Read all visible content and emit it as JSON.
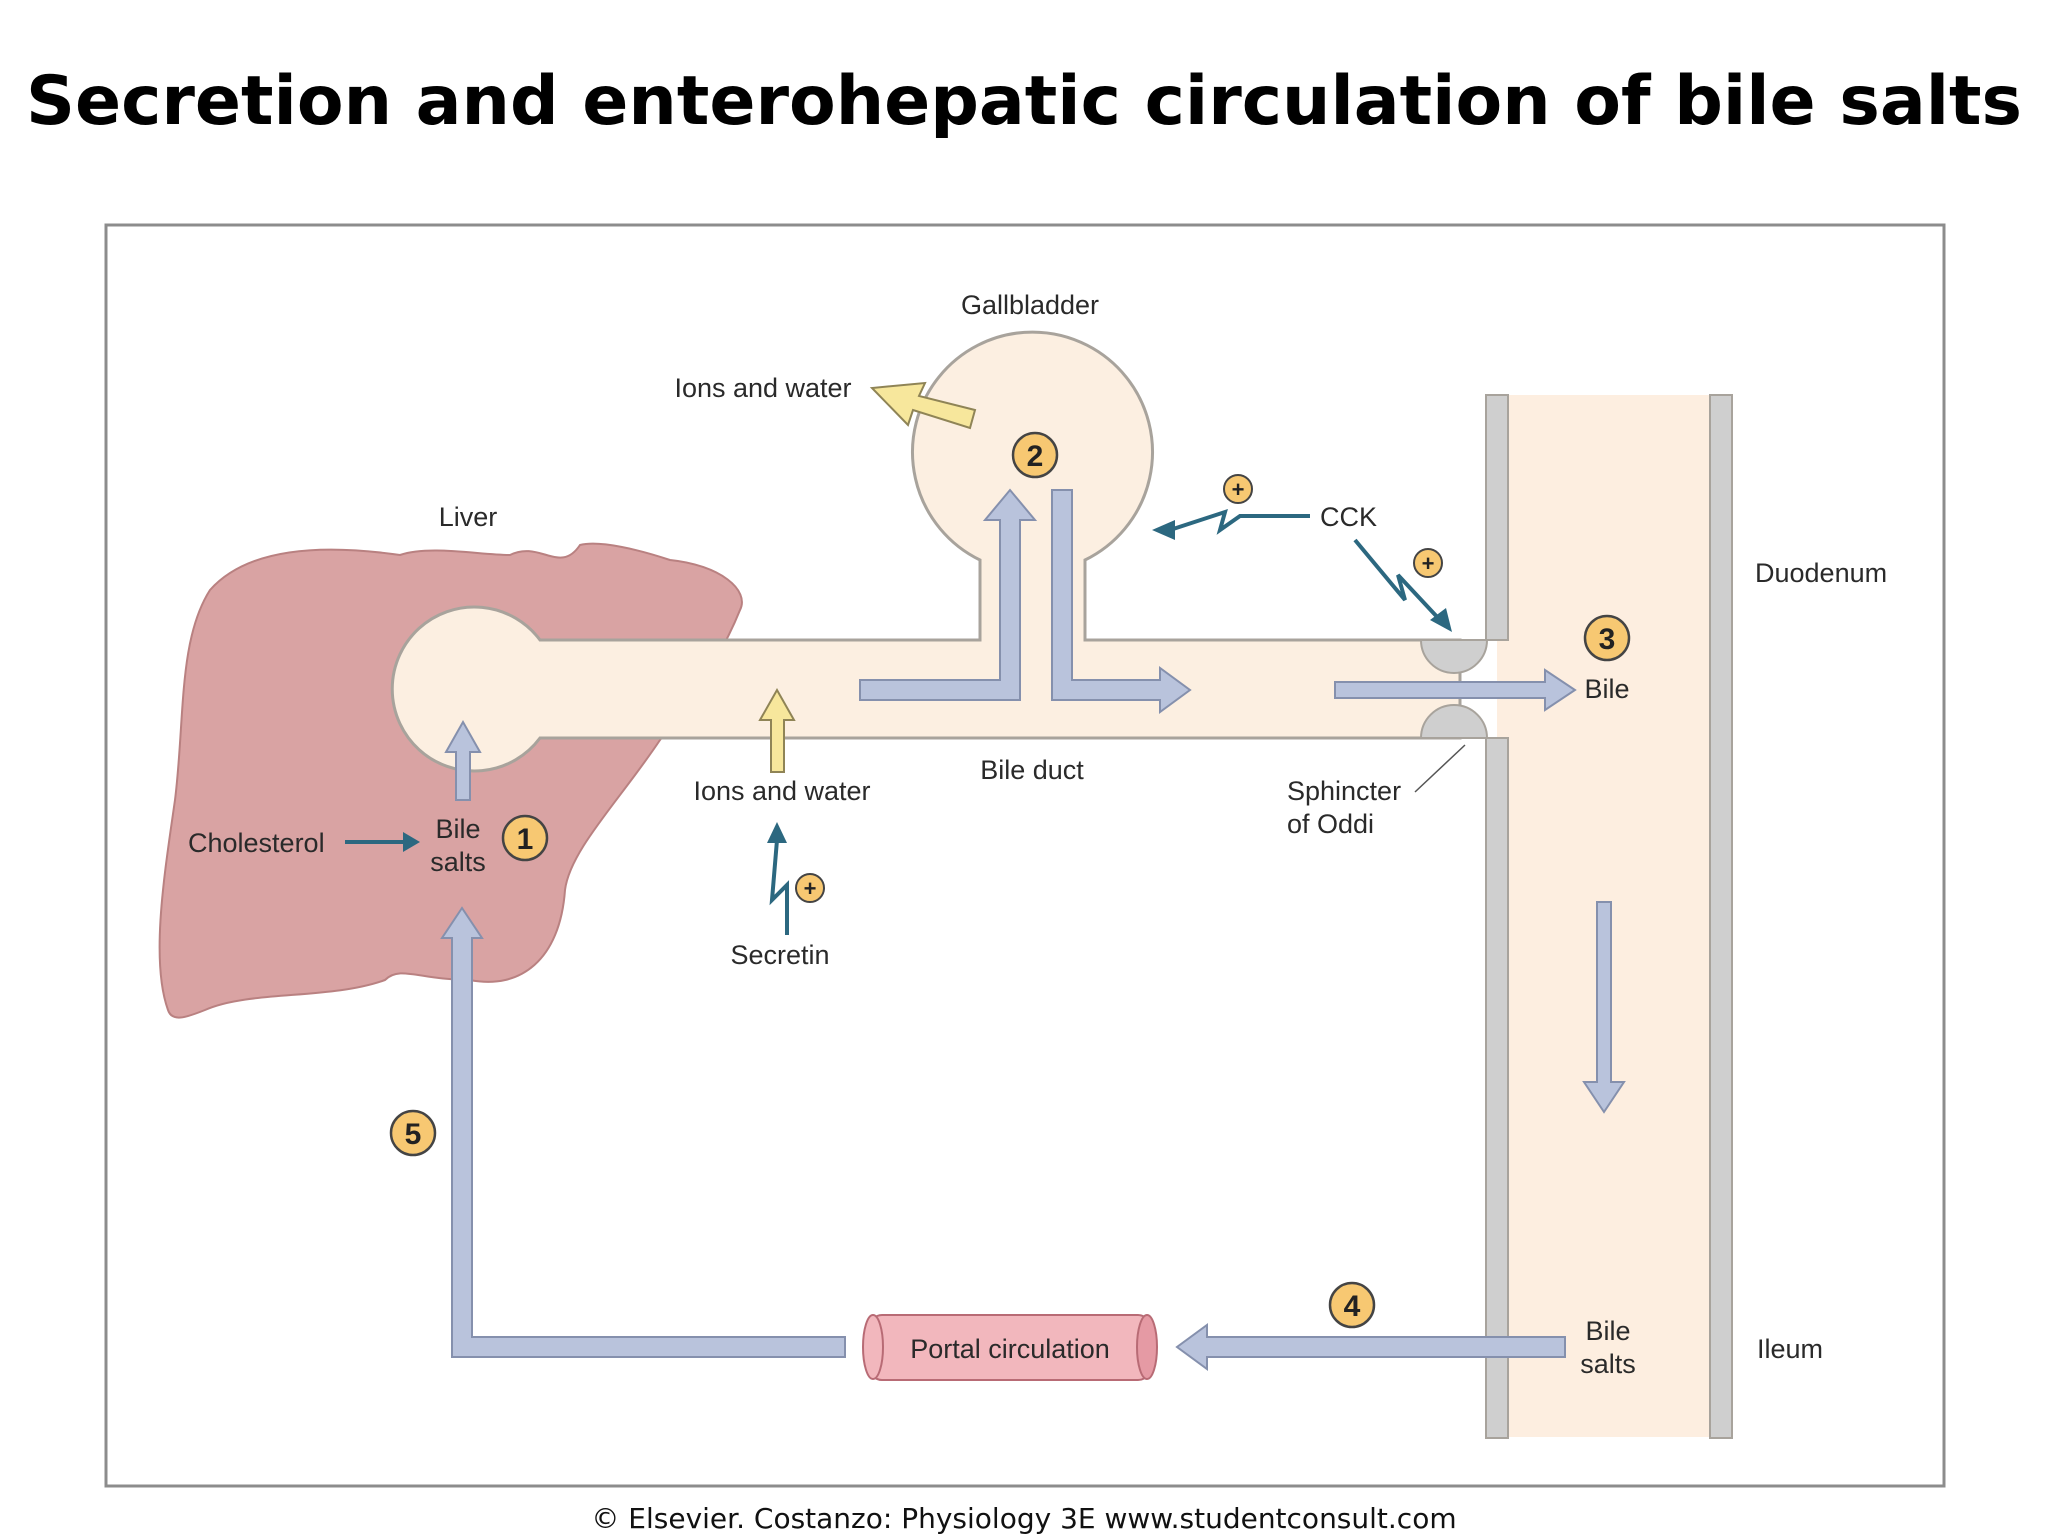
{
  "title": "Secretion and enterohepatic circulation of bile salts",
  "footer": "© Elsevier. Costanzo: Physiology 3E www.studentconsult.com",
  "labels": {
    "liver": "Liver",
    "gallbladder": "Gallbladder",
    "ions_water_top": "Ions and water",
    "ions_water_bottom": "Ions and water",
    "cck": "CCK",
    "duodenum": "Duodenum",
    "bile": "Bile",
    "bile_duct": "Bile duct",
    "sphincter_line1": "Sphincter",
    "sphincter_line2": "of Oddi",
    "cholesterol": "Cholesterol",
    "bile_salts_liver_line1": "Bile",
    "bile_salts_liver_line2": "salts",
    "secretin": "Secretin",
    "portal_circulation": "Portal circulation",
    "bile_salts_ileum_line1": "Bile",
    "bile_salts_ileum_line2": "salts",
    "ileum": "Ileum"
  },
  "steps": [
    "1",
    "2",
    "3",
    "4",
    "5"
  ],
  "plus_sign": "+",
  "colors": {
    "liver": "#d9a3a3",
    "duct": "#fcefe1",
    "outline": "#a8a39c",
    "flow_arrow": "#b9c3dc",
    "flow_arrow_edge": "#8590ad",
    "ion_arrow": "#f7e79c",
    "hormone": "#2c6880",
    "step_badge": "#f7c872",
    "portal": "#f2b7bd",
    "frame": "#8c8c8c"
  }
}
